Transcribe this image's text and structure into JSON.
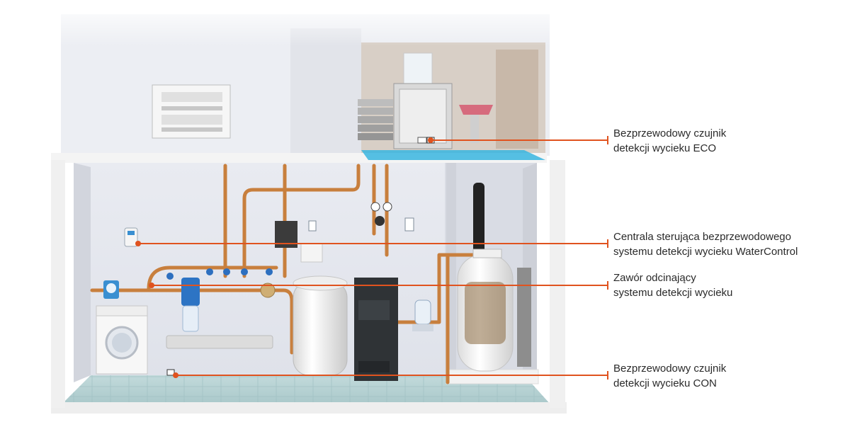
{
  "callouts": [
    {
      "id": "sensor-eco",
      "lines": [
        "Bezprzewodowy czujnik",
        "detekcji wycieku ECO"
      ]
    },
    {
      "id": "watercontrol-center",
      "lines": [
        "Centrala sterująca bezprzewodowego",
        "systemu detekcji wycieku WaterControl"
      ]
    },
    {
      "id": "shutoff-valve",
      "lines": [
        "Zawór odcinający",
        "systemu detekcji wycieku"
      ]
    },
    {
      "id": "sensor-con",
      "lines": [
        "Bezprzewodowy czujnik",
        "detekcji wycieku CON"
      ]
    }
  ],
  "colors": {
    "callout_line": "#e0531f",
    "wall": "#e6e8ee",
    "floor_tile": "#b9d3d4",
    "copper": "#c87f3d"
  }
}
